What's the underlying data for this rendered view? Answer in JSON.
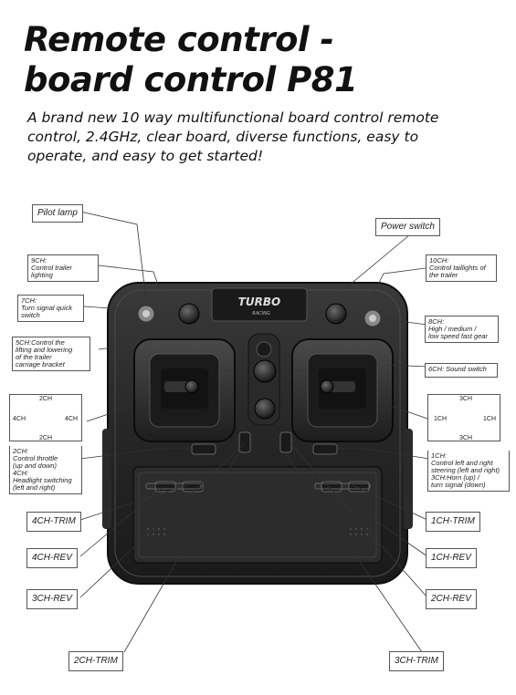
{
  "title_line1": "Remote control -",
  "title_line2": "board control P81",
  "subtitle": "A brand new 10 way multifunctional board control remote control, 2.4GHz, clear board, diverse functions, easy to operate, and easy to get started!",
  "logo_text": "TURBO",
  "logo_sub": "RACING",
  "labels": {
    "pilot_lamp": "Pilot lamp",
    "power_switch": "Power switch",
    "ch9": "9CH:\nControl trailer\nlighting",
    "ch10": "10CH:\nControl taillights of\nthe trailer",
    "ch7": "7CH:\nTurn signal quick\nswitch",
    "ch8": "8CH:\nHigh / medium /\nlow speed fast gear",
    "ch5": "5CH:Control the\nlifting and lowering\nof the trailer\ncarriage bracket",
    "ch6": "6CH: Sound switch",
    "ch2_desc": "2CH:\nControl throttle\n(up and down)\n4CH:\nHeadlight switching\n(left and right)",
    "ch1_desc": "1CH:\nControl left and right\nsteering (left and right)\n3CH:Horn (up) /\nturn signal (down)",
    "ch4_trim": "4CH-TRIM",
    "ch4_rev": "4CH-REV",
    "ch3_rev": "3CH-REV",
    "ch2_trim": "2CH-TRIM",
    "ch1_trim": "1CH-TRIM",
    "ch1_rev": "1CH-REV",
    "ch2_rev": "2CH-REV",
    "ch3_trim": "3CH-TRIM"
  },
  "left_dir": {
    "top": "2CH",
    "bottom": "2CH",
    "left": "4CH",
    "right": "4CH"
  },
  "right_dir": {
    "top": "3CH",
    "bottom": "3CH",
    "left": "1CH",
    "right": "1CH"
  }
}
